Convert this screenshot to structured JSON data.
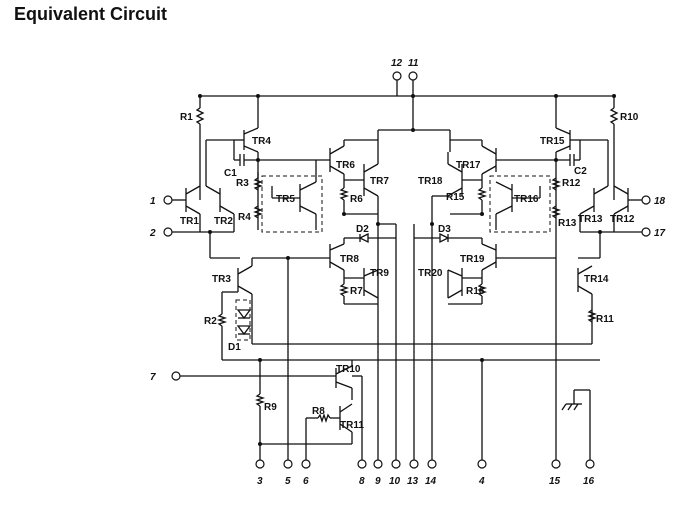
{
  "title": "Equivalent Circuit",
  "components": {
    "R1": "R1",
    "R2": "R2",
    "R3": "R3",
    "R4": "R4",
    "R6": "R6",
    "R7": "R7",
    "R8": "R8",
    "R9": "R9",
    "R10": "R10",
    "R11": "R11",
    "R12": "R12",
    "R13": "R13",
    "R15": "R15",
    "R16": "R16",
    "C1": "C1",
    "C2": "C2",
    "D1": "D1",
    "D2": "D2",
    "D3": "D3",
    "TR1": "TR1",
    "TR2": "TR2",
    "TR3": "TR3",
    "TR4": "TR4",
    "TR5": "TR5",
    "TR6": "TR6",
    "TR7": "TR7",
    "TR8": "TR8",
    "TR9": "TR9",
    "TR10": "TR10",
    "TR11": "TR11",
    "TR12": "TR12",
    "TR13": "TR13",
    "TR14": "TR14",
    "TR15": "TR15",
    "TR16": "TR16",
    "TR17": "TR17",
    "TR18": "TR18",
    "TR19": "TR19",
    "TR20": "TR20"
  },
  "pins": {
    "p1": "1",
    "p2": "2",
    "p3": "3",
    "p4": "4",
    "p5": "5",
    "p6": "6",
    "p7": "7",
    "p8": "8",
    "p9": "9",
    "p10": "10",
    "p11": "11",
    "p12": "12",
    "p13": "13",
    "p14": "14",
    "p15": "15",
    "p16": "16",
    "p17": "17",
    "p18": "18"
  }
}
